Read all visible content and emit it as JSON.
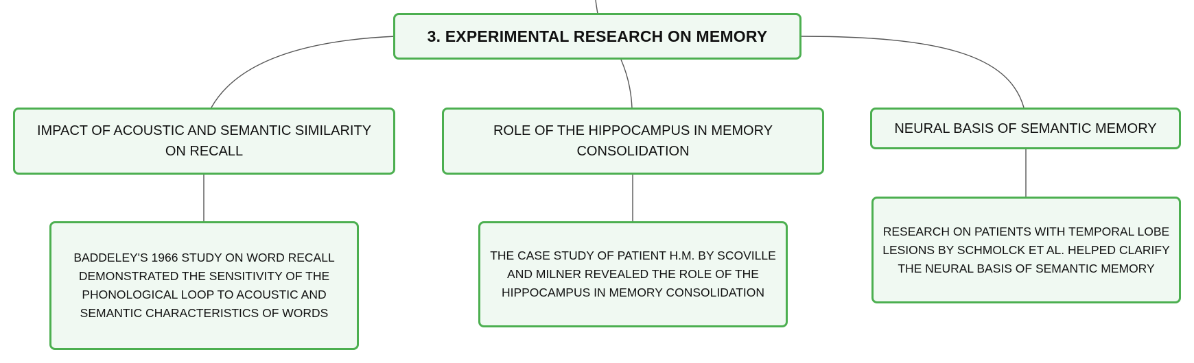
{
  "diagram": {
    "root": {
      "label": "3. EXPERIMENTAL RESEARCH ON MEMORY"
    },
    "topics": [
      {
        "label": "IMPACT OF ACOUSTIC AND SEMANTIC SIMILARITY ON RECALL",
        "detail": "BADDELEY'S 1966 STUDY ON WORD RECALL DEMONSTRATED THE SENSITIVITY OF THE PHONOLOGICAL LOOP TO ACOUSTIC AND SEMANTIC CHARACTERISTICS OF WORDS"
      },
      {
        "label": "ROLE OF THE HIPPOCAMPUS IN MEMORY CONSOLIDATION",
        "detail": "THE CASE STUDY OF PATIENT H.M. BY SCOVILLE AND MILNER REVEALED THE ROLE OF THE HIPPOCAMPUS IN MEMORY CONSOLIDATION"
      },
      {
        "label": "NEURAL BASIS OF SEMANTIC MEMORY",
        "detail": "RESEARCH ON PATIENTS WITH TEMPORAL LOBE LESIONS BY SCHMOLCK ET AL. HELPED CLARIFY THE NEURAL BASIS OF SEMANTIC MEMORY"
      }
    ],
    "colors": {
      "node_border": "#4caf50",
      "node_fill": "#f0f9f2",
      "connector": "#555555",
      "text": "#111111"
    }
  }
}
